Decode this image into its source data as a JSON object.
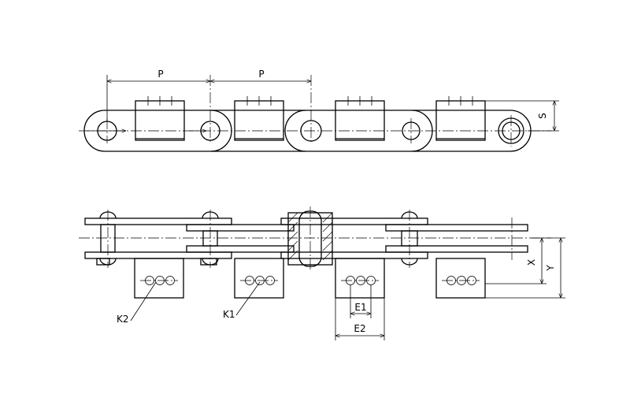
{
  "drawing": {
    "labels": {
      "p_left": "P",
      "p_right": "P",
      "s": "S",
      "x": "X",
      "y": "Y",
      "e1": "E1",
      "e2": "E2",
      "k1": "K1",
      "k2": "K2"
    },
    "line_color": "#000000",
    "background": "#ffffff"
  }
}
